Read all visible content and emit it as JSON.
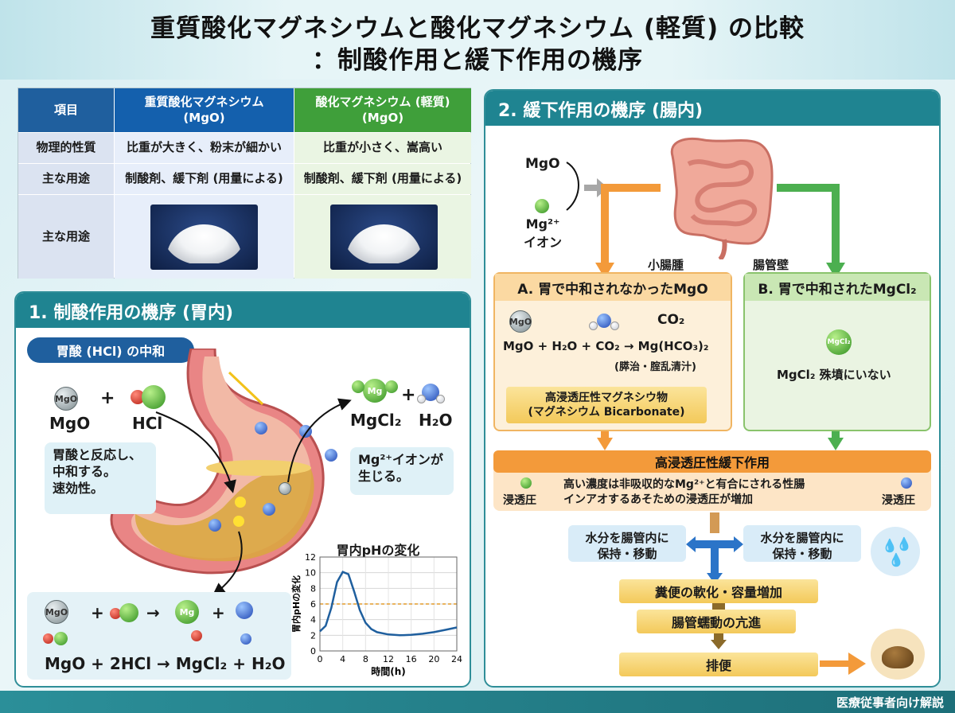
{
  "title": {
    "line1": "重質酸化マグネシウムと酸化マグネシウム (軽質) の比較",
    "line2": "：制酸作用と緩下作用の機序"
  },
  "table": {
    "header": [
      "項目",
      "重質酸化マグネシウム\n(MgO)",
      "酸化マグネシウム (軽質)\n(MgO)"
    ],
    "rows": [
      {
        "label": "物理的性質",
        "heavy": "比重が大きく、粉末が細かい",
        "light": "比重が小さく、嵩高い"
      },
      {
        "label": "主な用途",
        "heavy": "制酸剤、緩下剤 (用量による)",
        "light": "制酸剤、緩下剤 (用量による)"
      },
      {
        "label": "主な用途"
      }
    ]
  },
  "antacid": {
    "heading": "1. 制酸作用の機序 (胃内)",
    "pill": "胃酸 (HCl) の中和",
    "mgo": "MgO",
    "hcl": "HCl",
    "mgcl2": "MgCl₂",
    "h2o": "H₂O",
    "plus": "+",
    "note_left": "胃酸と反応し、\n中和する。\n速効性。",
    "note_right": "Mg²⁺イオンが\n生じる。",
    "mol_mgo": "MgO",
    "mol_mg": "Mg",
    "equation": "MgO + 2HCl → MgCl₂ + H₂O",
    "arrow": "→"
  },
  "chart_data": {
    "type": "line",
    "title": "胃内pHの変化",
    "xlabel": "時間(h)",
    "ylabel": "胃内pHの変化",
    "x": [
      0,
      1,
      2,
      3,
      4,
      5,
      6,
      7,
      8,
      9,
      10,
      12,
      14,
      16,
      18,
      20,
      22,
      24
    ],
    "y": [
      2.5,
      3.2,
      5.5,
      8.8,
      10.1,
      9.8,
      7.6,
      5.2,
      3.6,
      2.8,
      2.4,
      2.1,
      2.0,
      2.05,
      2.2,
      2.4,
      2.7,
      3.0
    ],
    "reference_line": 6,
    "xlim": [
      0,
      24
    ],
    "ylim": [
      0,
      12
    ],
    "xticks": [
      0,
      4,
      8,
      12,
      16,
      20,
      24
    ],
    "yticks": [
      0,
      2,
      4,
      6,
      8,
      10,
      12
    ],
    "grid": true
  },
  "laxative": {
    "heading": "2. 緩下作用の機序 (腸内)",
    "mgo": "MgO",
    "mg_ion": "Mg²⁺\nイオン",
    "small_intestine": "小腸腫",
    "intestinal_wall": "腸管壁",
    "boxA_title": "A. 胃で中和されなかったMgO",
    "boxA_mol": "MgO",
    "boxA_co2": "CO₂",
    "boxA_eq": "MgO + H₂O + CO₂ → Mg(HCO₃)₂",
    "boxA_note": "(膵治・腟乱清汁)",
    "boxA_product": "高浸透圧性マグネシウ物\n(マグネシウム Bicarbonate)",
    "boxB_title": "B. 胃で中和されたMgCl₂",
    "boxB_mol": "MgCl₂",
    "boxB_text": "MgCl₂ 殊墳にいない",
    "osmotic_title": "高浸透圧性緩下作用",
    "osmotic_text": "高い濃度は非吸収的なMg²⁺と有合にされる性腸\nインアオするあそための浸透圧が増加",
    "osmotic_left": "浸透圧",
    "osmotic_right": "浸透圧",
    "water_left": "水分を腸管内に\n保持・移動",
    "water_right": "水分を腸管内に\n保持・移動",
    "step1": "糞便の軟化・容量増加",
    "step2": "腸管蠕動の亢進",
    "step3": "排便"
  },
  "footer": "医療従事者向け解説",
  "colors": {
    "teal": "#1f8491",
    "blue_header": "#1460ad",
    "green_header": "#3f9f3a",
    "orange": "#f39a3a",
    "green_arrow": "#4caf50"
  }
}
